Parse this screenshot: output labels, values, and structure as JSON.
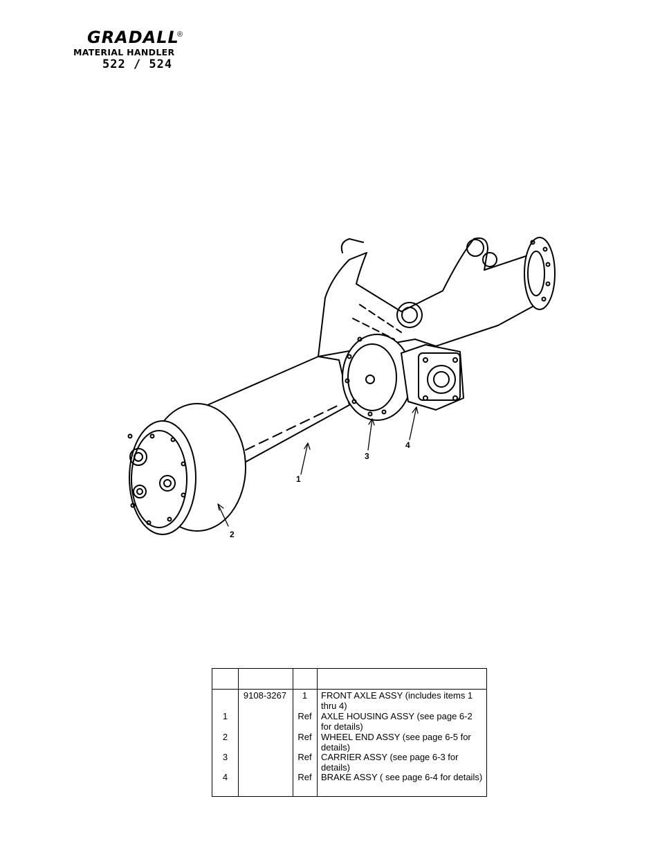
{
  "header": {
    "brand": "GRADALL",
    "registered_mark": "®",
    "subtitle": "MATERIAL HANDLER",
    "model": "522 / 524"
  },
  "illustration": {
    "callouts": [
      "1",
      "2",
      "3",
      "4"
    ]
  },
  "parts_table": {
    "rows": [
      {
        "item": "",
        "part_no": "9108-3267",
        "qty": "1",
        "description": "FRONT AXLE ASSY (includes items 1 thru 4)"
      },
      {
        "item": "1",
        "part_no": "",
        "qty": "Ref",
        "description": "AXLE HOUSING ASSY (see page 6-2 for details)"
      },
      {
        "item": "2",
        "part_no": "",
        "qty": "Ref",
        "description": "WHEEL END ASSY (see page 6-5 for details)"
      },
      {
        "item": "3",
        "part_no": "",
        "qty": "Ref",
        "description": "CARRIER ASSY (see page 6-3 for details)"
      },
      {
        "item": "4",
        "part_no": "",
        "qty": "Ref",
        "description": "BRAKE ASSY ( see page 6-4 for details)"
      }
    ]
  }
}
